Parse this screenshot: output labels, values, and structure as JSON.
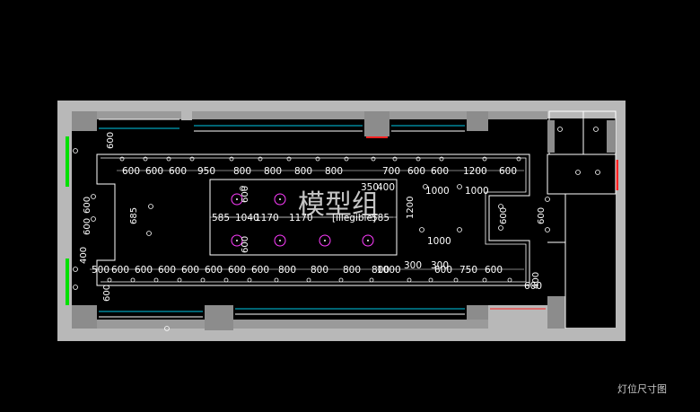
{
  "drawing": {
    "caption": "灯位尺寸图",
    "watermark": "模型组",
    "colors": {
      "background": "#000000",
      "wall": "#b8b8b8",
      "line": "#ffffff",
      "cyan": "#00c8e6",
      "green": "#00e000",
      "red": "#ff2020",
      "magenta": "#ff3cff"
    }
  },
  "dimensions": {
    "top_row": [
      "600",
      "600",
      "600",
      "950",
      "800",
      "800",
      "800",
      "800",
      "700",
      "600",
      "600",
      "1200",
      "600"
    ],
    "bottom_row": [
      "500",
      "600",
      "600",
      "600",
      "600",
      "600",
      "600",
      "600",
      "800",
      "800",
      "800",
      "800",
      "800",
      "1000",
      "600",
      "750",
      "600"
    ],
    "center_row": [
      "585",
      "1040",
      "1170",
      "1170",
      "[illegible]",
      "585"
    ],
    "left_vertical": [
      "600",
      "600"
    ],
    "other": {
      "top_left_v": "600",
      "left_mid_v": "685",
      "left_low_v": "400",
      "left_bottom_v": "600",
      "center_upper_v": "600",
      "center_lower_v": "600",
      "mid_label_a": "350",
      "mid_label_b": "400",
      "right_upper_a": "1000",
      "right_upper_b": "1000",
      "right_v": "1200",
      "right_mid": "1000",
      "low_mid_a": "300",
      "low_mid_b": "300",
      "right_v1": "600",
      "right_v2": "600",
      "right_bottom_a": "400",
      "right_bottom_b": "600"
    }
  }
}
